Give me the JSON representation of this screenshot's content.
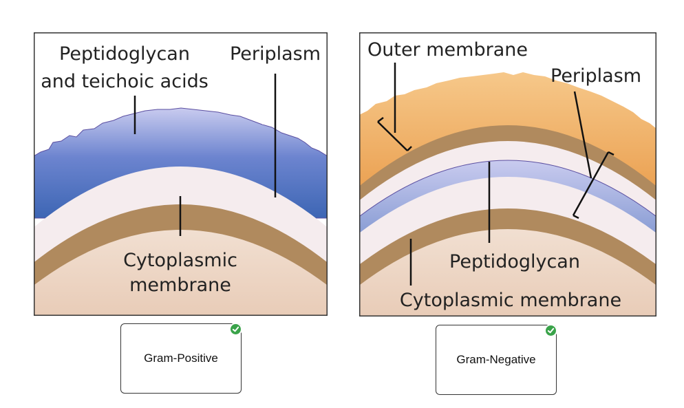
{
  "gram_positive": {
    "labels": {
      "peptidoglycan_line1": "Peptidoglycan",
      "peptidoglycan_line2": "and teichoic acids",
      "periplasm": "Periplasm",
      "cytoplasmic_line1": "Cytoplasmic",
      "cytoplasmic_line2": "membrane"
    },
    "answer": "Gram-Positive"
  },
  "gram_negative": {
    "labels": {
      "outer_membrane": "Outer membrane",
      "periplasm": "Periplasm",
      "peptidoglycan": "Peptidoglycan",
      "cytoplasmic": "Cytoplasmic membrane"
    },
    "answer": "Gram-Negative"
  },
  "status": {
    "correct_icon": "check-icon",
    "correct_color": "#3aa34a"
  }
}
